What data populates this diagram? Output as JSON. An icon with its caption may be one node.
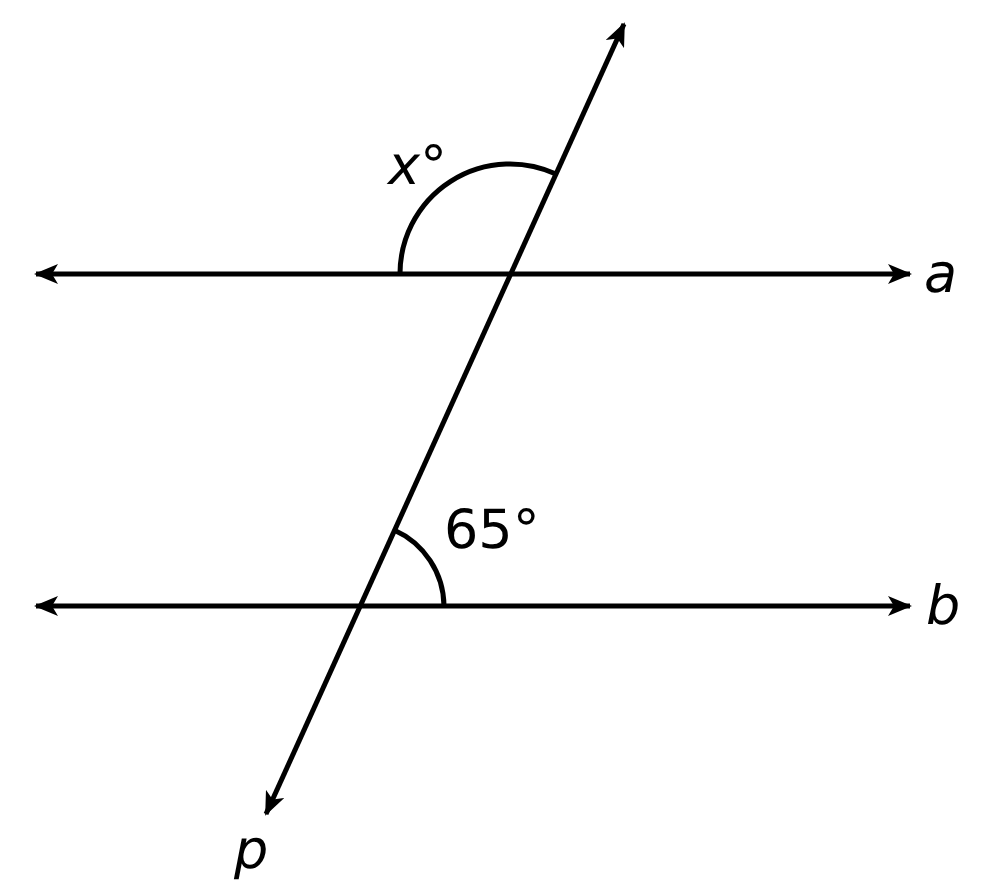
{
  "diagram": {
    "labels": [
      "*x*°",
      "*a*",
      "65°",
      "*b*",
      "*p*"
    ]
  }
}
